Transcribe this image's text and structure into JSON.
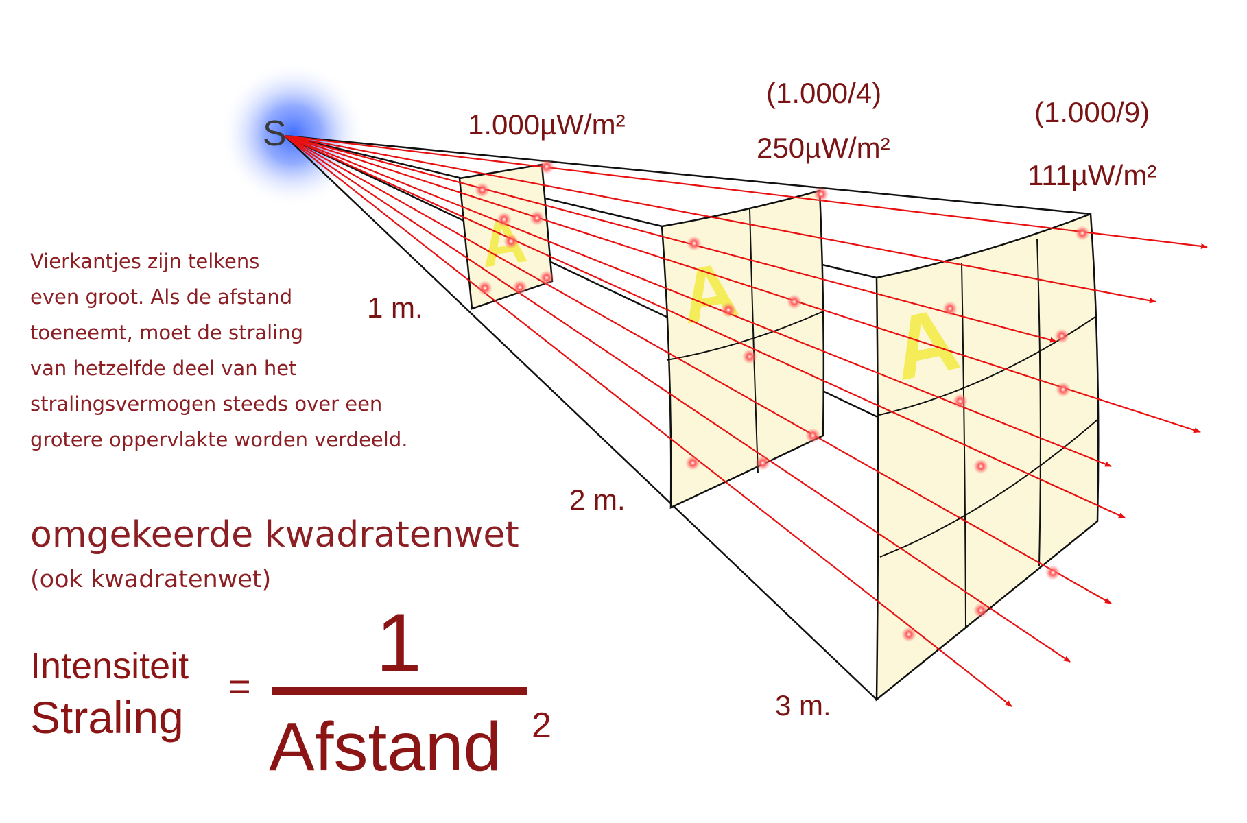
{
  "source_label": "S",
  "distance_labels": {
    "d1": "1 m.",
    "d2": "2 m.",
    "d3": "3 m."
  },
  "intensity_labels": {
    "at_1m": {
      "value": "1.000µW/m²"
    },
    "at_2m": {
      "fraction": "(1.000/4)",
      "value": "250µW/m²"
    },
    "at_3m": {
      "fraction": "(1.000/9)",
      "value": "111µW/m²"
    }
  },
  "square_letter": "A",
  "description_lines": [
    "Vierkantjes zijn telkens",
    "even groot. Als de afstand",
    "toeneemt, moet de straling",
    "van hetzelfde deel van het",
    "stralingsvermogen steeds over een",
    "grotere oppervlakte worden verdeeld."
  ],
  "law_title": "omgekeerde kwadratenwet",
  "law_subtitle": "(ook kwadratenwet)",
  "formula": {
    "lhs_line1": "Intensiteit",
    "lhs_line2": "Straling",
    "equals": "=",
    "numerator": "1",
    "denominator": "Afstand",
    "exponent": "2"
  },
  "colors": {
    "text_red": "#8b1f24",
    "ray_red": "#e81010",
    "panel_fill": "#fbf7d8",
    "letter_yellow": "#f3ea4a",
    "source_glow": "#4f7dff"
  }
}
